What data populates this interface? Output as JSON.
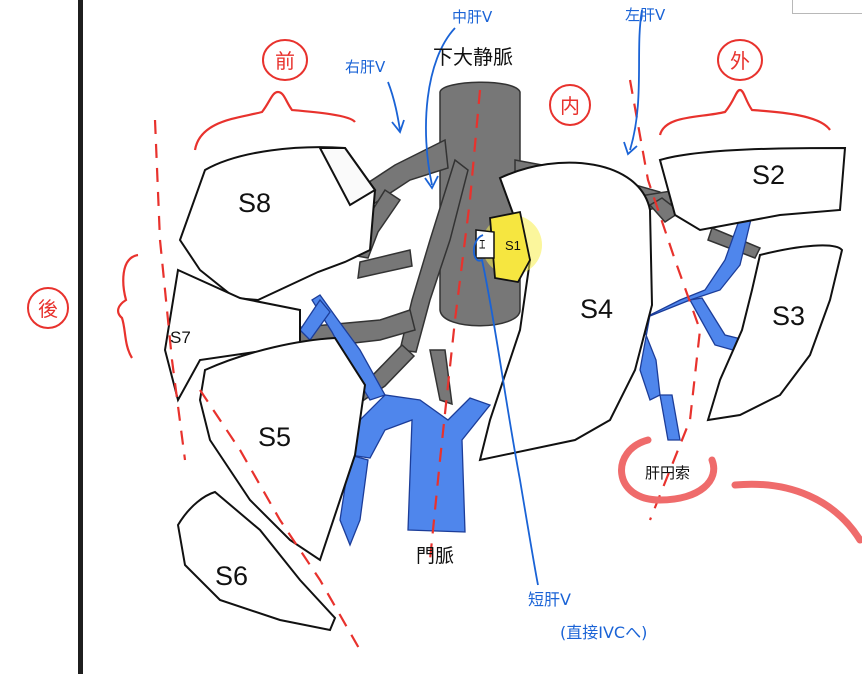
{
  "labels": {
    "ivc": "下大静脈",
    "portal_vein": "門脈",
    "round_ligament": "肝円索",
    "segments": {
      "s1": "S1",
      "s2": "S2",
      "s3": "S3",
      "s4": "S4",
      "s5": "S5",
      "s6": "S6",
      "s7": "S7",
      "s8": "S8"
    }
  },
  "annotations": {
    "middle_hepatic_vein": "中肝V",
    "left_hepatic_vein": "左肝V",
    "right_hepatic_vein": "右肝V",
    "anterior": "前",
    "medial": "内",
    "lateral": "外",
    "posterior": "後",
    "short_hepatic_vein": "短肝V",
    "short_hepatic_vein_note": "(直接IVCへ)",
    "caudate_mark": "ｴ"
  },
  "colors": {
    "vein_gray": "#777777",
    "portal_blue": "#4f86ec",
    "annotation_red": "#e8322d",
    "annotation_blue": "#1a63d6",
    "highlight_yellow": "#f7ee4a",
    "ligament_circle": "#ef6b6b"
  }
}
